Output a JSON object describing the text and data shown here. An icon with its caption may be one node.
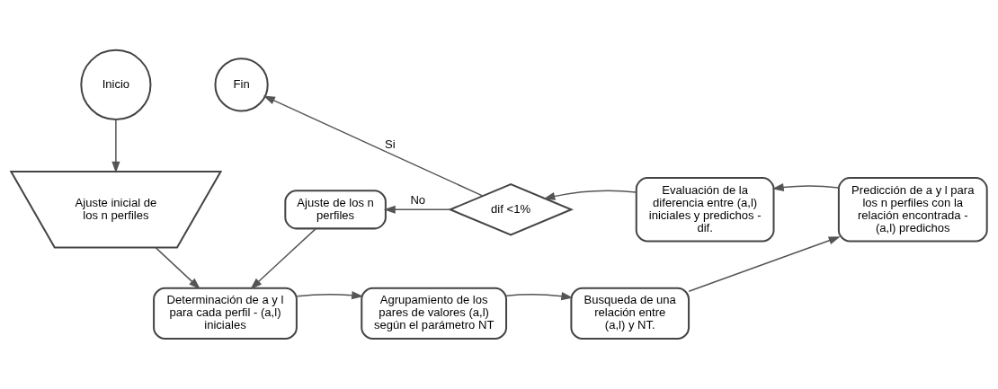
{
  "diagram": {
    "nodes": [
      {
        "text": [
          "Inicio"
        ]
      },
      {
        "text": [
          "Fin"
        ]
      },
      {
        "text": [
          "Ajuste inicial de los n perfiles"
        ]
      },
      {
        "text": [
          "Ajuste de los n perfiles"
        ]
      },
      {
        "text": [
          "dif <1%"
        ]
      },
      {
        "text": [
          "Evaluación de la diferencia entre (a,l) iniciales y predichos - dif."
        ]
      },
      {
        "text": [
          "Predicción de a y l para los n perfiles con la relación encontrada - (a,l) predichos"
        ]
      },
      {
        "text": [
          "Determinación de a y l para cada perfil - (a,l) iniciales"
        ]
      },
      {
        "text": [
          "Agrupamiento de los pares de valores (a,l) según el parámetro NT"
        ]
      },
      {
        "text": [
          "Busqueda de una relación entre (a,l) y NT."
        ]
      }
    ],
    "edges": [
      {
        "from": 0,
        "to": 2,
        "arrow": "to"
      },
      {
        "from": 2,
        "to": 7,
        "arrow": "to"
      },
      {
        "from": 3,
        "to": 7,
        "arrow": "to"
      },
      {
        "from": 7,
        "to": 8,
        "arrow": "to"
      },
      {
        "from": 8,
        "to": 9,
        "arrow": "to"
      },
      {
        "from": 9,
        "to": 6,
        "arrow": "to"
      },
      {
        "from": 6,
        "to": 5,
        "arrow": "to"
      },
      {
        "from": 5,
        "to": 4,
        "arrow": "to"
      },
      {
        "from": 4,
        "to": 3,
        "arrow": "to",
        "label": "No"
      },
      {
        "from": 4,
        "to": 1,
        "arrow": "to",
        "label": "Si"
      }
    ]
  }
}
